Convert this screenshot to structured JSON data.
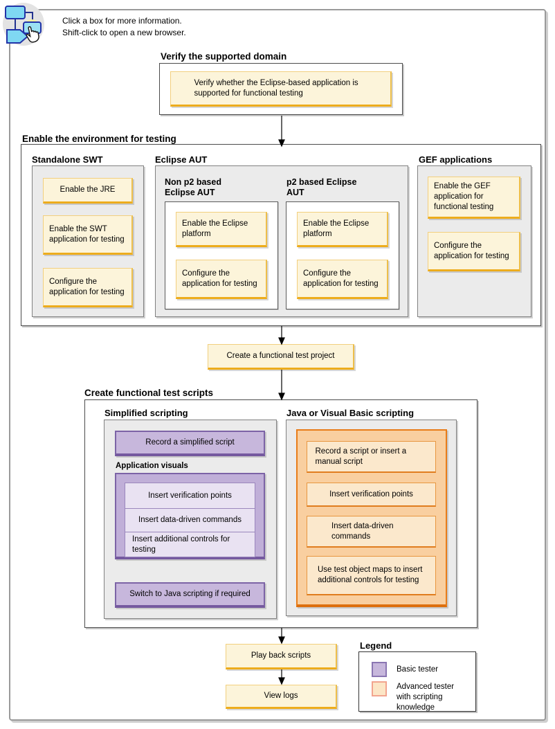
{
  "colors": {
    "frame_border": "#9a9a9a",
    "step_fill": "#FCF4DA",
    "step_accent": "#EDAC1C",
    "panel_fill": "#EBEBEB",
    "basic_tester_fill": "#C7B7DC",
    "basic_tester_border": "#7C63A6",
    "advanced_fill": "#F9CFA0",
    "advanced_border": "#E87C18",
    "legend_advanced_swatch_border": "#F2A48E"
  },
  "banner": {
    "line1": "Click a box for more information.",
    "line2": "Shift-click to open a new browser."
  },
  "verify": {
    "heading": "Verify the supported domain",
    "step": "Verify whether the Eclipse-based application is supported for functional testing"
  },
  "enable": {
    "heading": "Enable the environment for testing",
    "standalone": {
      "title": "Standalone SWT",
      "steps": [
        "Enable the JRE",
        "Enable the SWT application for testing",
        "Configure the application for testing"
      ]
    },
    "eclipse": {
      "title": "Eclipse AUT",
      "nonp2": {
        "title": "Non p2 based Eclipse AUT",
        "steps": [
          "Enable the Eclipse platform",
          "Configure the application for testing"
        ]
      },
      "p2": {
        "title": "p2 based Eclipse AUT",
        "steps": [
          "Enable the Eclipse platform",
          "Configure the application for testing"
        ]
      }
    },
    "gef": {
      "title": "GEF applications",
      "steps": [
        "Enable the GEF application for functional testing",
        "Configure the application for testing"
      ]
    }
  },
  "create_project": {
    "label": "Create a functional test project"
  },
  "scripts": {
    "heading": "Create functional test scripts",
    "simplified": {
      "title": "Simplified scripting",
      "record": "Record a simplified script",
      "visuals_title": "Application visuals",
      "visuals": [
        "Insert verification points",
        "Insert data-driven commands",
        "Insert additional controls for testing"
      ],
      "switch_step": "Switch to Java scripting if required"
    },
    "java": {
      "title": "Java or Visual Basic scripting",
      "steps": [
        "Record a script or insert a manual script",
        "Insert verification points",
        "Insert data-driven commands",
        "Use test object maps to insert additional controls for testing"
      ]
    }
  },
  "playback": {
    "label": "Play back scripts"
  },
  "view_logs": {
    "label": "View logs"
  },
  "legend": {
    "heading": "Legend",
    "items": [
      {
        "label": "Basic tester"
      },
      {
        "label": "Advanced tester with scripting knowledge"
      }
    ]
  }
}
